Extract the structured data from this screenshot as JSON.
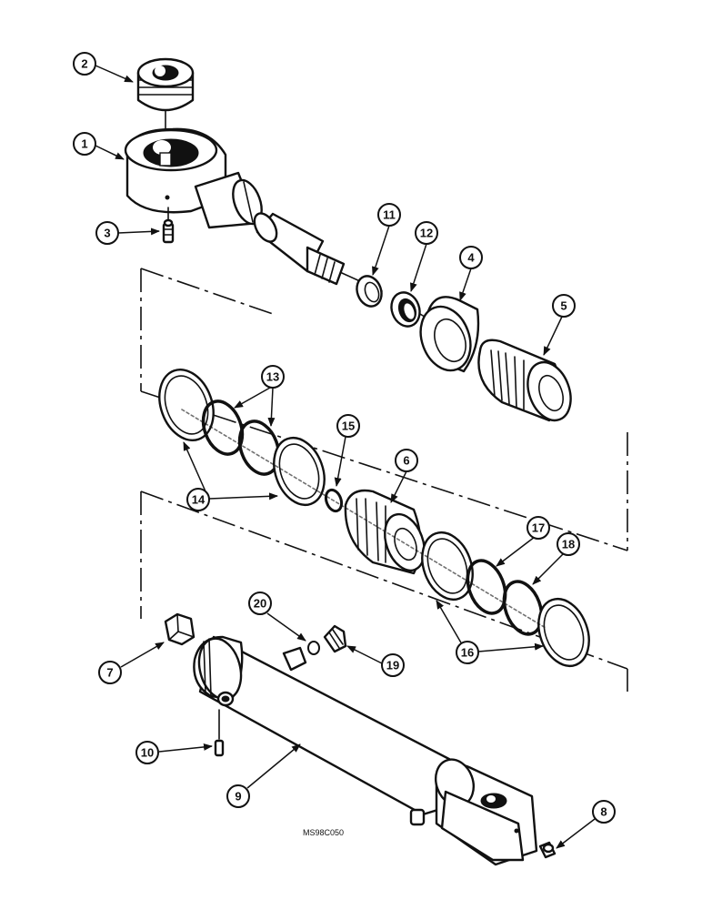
{
  "drawing_code": "MS98C050",
  "callouts": {
    "c1": "1",
    "c2": "2",
    "c3": "3",
    "c4": "4",
    "c5": "5",
    "c6": "6",
    "c7": "7",
    "c8": "8",
    "c9": "9",
    "c10": "10",
    "c11": "11",
    "c12": "12",
    "c13": "13",
    "c14": "14",
    "c15": "15",
    "c16": "16",
    "c17": "17",
    "c18": "18",
    "c19": "19",
    "c20": "20"
  }
}
